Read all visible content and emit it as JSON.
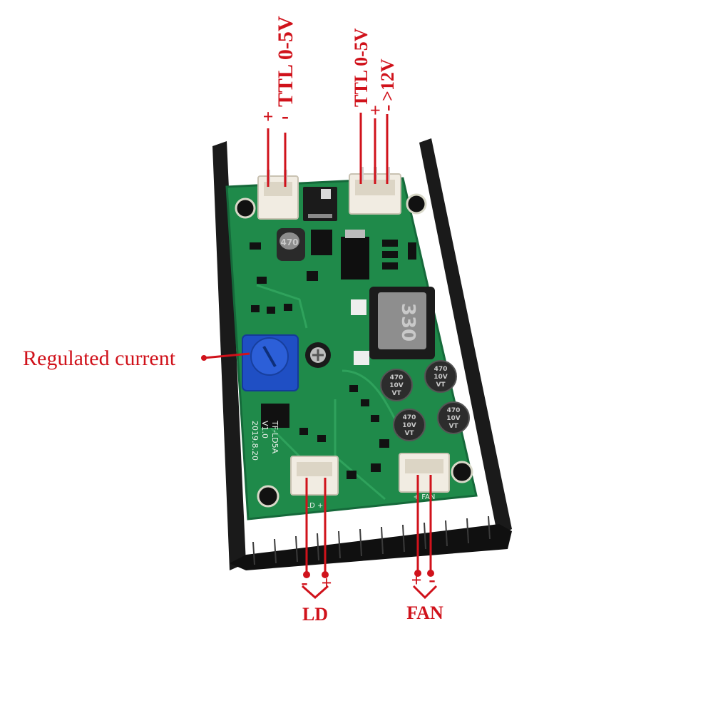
{
  "image_title": "",
  "colors": {
    "label_red": "#d0121b",
    "pcb_green": "#1f8a4a",
    "heatsink_black": "#141414",
    "pot_blue": "#1f4fc4",
    "connector_white": "#f1ece2"
  },
  "labels": {
    "ttl_left": "TTL 0-5V",
    "ttl_left_plus": "+",
    "ttl_left_minus": "-",
    "ttl_right": "TTL 0-5V",
    "ttl_right_plus": "+",
    "ttl_right_minus": "-",
    "power_12v": ">12V",
    "regulated_current": "Regulated current",
    "ld": "LD",
    "ld_minus": "-",
    "ld_plus": "+",
    "fan": "FAN",
    "fan_plus": "+",
    "fan_minus": "-"
  },
  "board_markings": {
    "inductor_small": "470",
    "inductor_large": "330",
    "cap_a_line1": "470",
    "cap_a_line2": "10V",
    "cap_a_line3": "VT",
    "cap_b_line1": "470",
    "cap_b_line2": "10V",
    "cap_b_line3": "VT",
    "cap_c_line1": "470",
    "cap_c_line2": "10V",
    "cap_c_line3": "VT",
    "cap_d_line1": "470",
    "cap_d_line2": "10V",
    "cap_d_line3": "VT",
    "board_name": "TF-LD5A",
    "board_version": "V1.0",
    "board_date": "2019.8.20",
    "ld_conn_silk": "LD +",
    "fan_conn_silk": "+ FAN"
  }
}
